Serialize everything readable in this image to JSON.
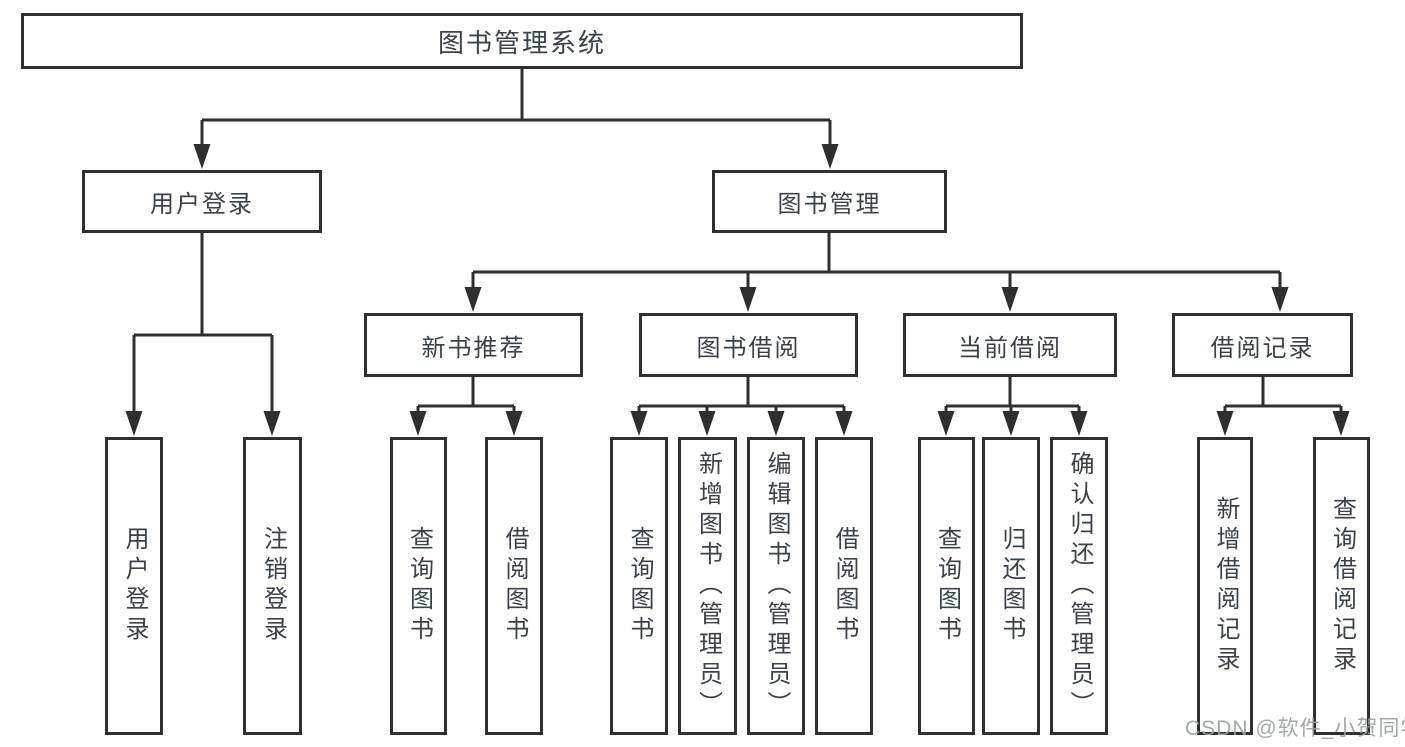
{
  "diagram": {
    "root": "图书管理系统",
    "level1": [
      "用户登录",
      "图书管理"
    ],
    "level2": [
      "新书推荐",
      "图书借阅",
      "当前借阅",
      "借阅记录"
    ],
    "leaves": [
      "用户登录",
      "注销登录",
      "查询图书",
      "借阅图书",
      "查询图书",
      "新增图书（管理员）",
      "编辑图书（管理员）",
      "借阅图书",
      "查询图书",
      "归还图书",
      "确认归还（管理员）",
      "新增借阅记录",
      "查询借阅记录"
    ]
  },
  "watermark": "CSDN @软件_小贺同学",
  "colors": {
    "line": "#2f2f2f",
    "text": "#3a424c",
    "watermark": "#9ba0a6",
    "background": "#ffffff"
  }
}
